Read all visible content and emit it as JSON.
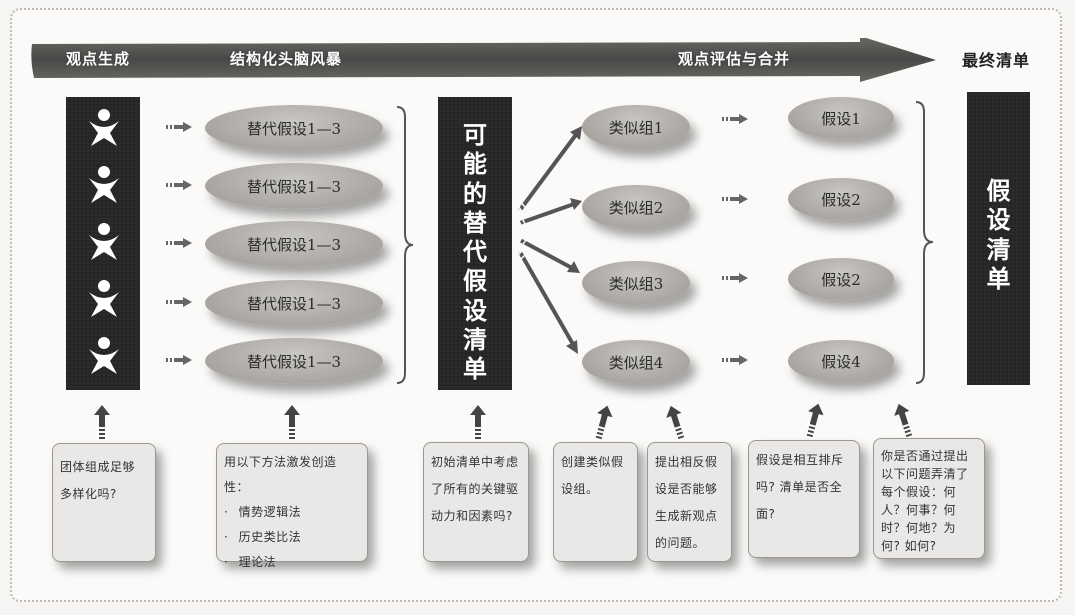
{
  "header": {
    "stages": [
      "观点生成",
      "结构化头脑风暴",
      "观点评估与合并"
    ],
    "final_stage": "最终清单"
  },
  "columns": {
    "people": {
      "icon": "person-icon",
      "count": 5
    },
    "alternatives": [
      "替代假设1—3",
      "替代假设1—3",
      "替代假设1—3",
      "替代假设1—3",
      "替代假设1—3"
    ],
    "center_box": "可能的替代假设清单",
    "groups": [
      "类似组1",
      "类似组2",
      "类似组3",
      "类似组4"
    ],
    "hypotheses": [
      "假设1",
      "假设2",
      "假设2",
      "假设4"
    ],
    "final_box": "假设清单"
  },
  "callouts": [
    {
      "lines": [
        "团体组成足够",
        "多样化吗?"
      ]
    },
    {
      "title": "用以下方法激发创造性：",
      "items": [
        "情势逻辑法",
        "历史类比法",
        "理论法"
      ]
    },
    {
      "lines": [
        "初始清单中考虑",
        "了所有的关键驱",
        "动力和因素吗?"
      ]
    },
    {
      "lines": [
        "创建类似假",
        "设组。"
      ]
    },
    {
      "lines": [
        "提出相反假",
        "设是否能够",
        "生成新观点",
        "的问题。"
      ]
    },
    {
      "lines": [
        "假设是相互排斥",
        "吗? 清单是否全",
        "面?"
      ]
    },
    {
      "lines": [
        "你是否通过提出",
        "以下问题弄清了",
        "每个假设：何",
        "人？何事？何",
        "时？何地？为",
        "何? 如何?"
      ]
    }
  ],
  "colors": {
    "dark_box": "#262626",
    "ellipse": "#a9a6a1",
    "arrow": "#555555",
    "callout_bg": "#e9e8e6"
  }
}
